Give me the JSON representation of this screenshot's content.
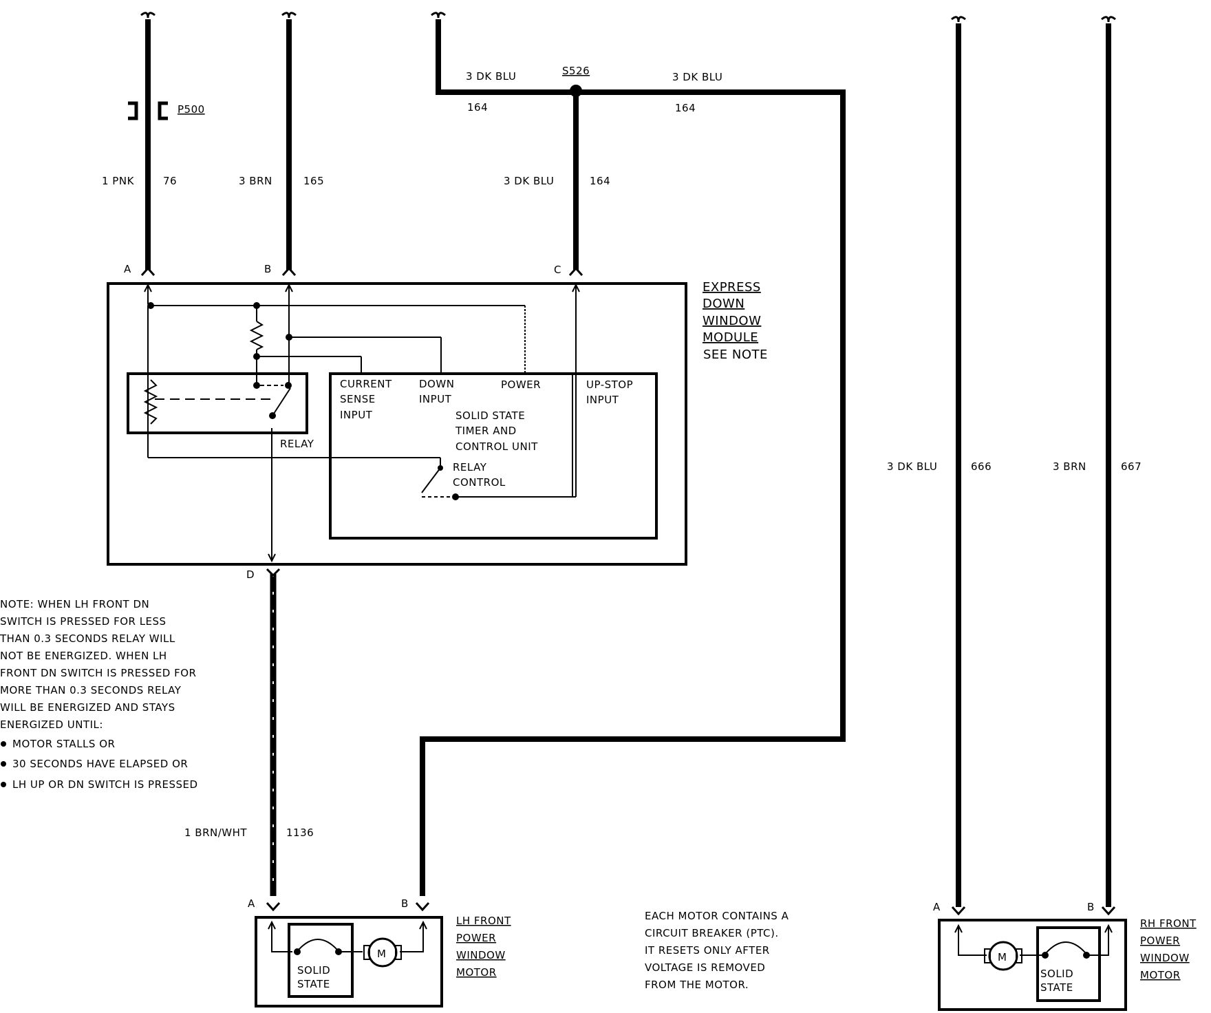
{
  "wires": {
    "w76": {
      "gauge_color": "1 PNK",
      "number": "76"
    },
    "w165": {
      "gauge_color": "3 BRN",
      "number": "165"
    },
    "w164_vert": {
      "gauge_color": "3 DK BLU",
      "number": "164"
    },
    "w164_left": {
      "gauge_color": "3 DK BLU",
      "number": "164"
    },
    "w164_right": {
      "gauge_color": "3 DK BLU",
      "number": "164"
    },
    "w1136": {
      "gauge_color": "1 BRN/WHT",
      "number": "1136"
    },
    "w666": {
      "gauge_color": "3 DK BLU",
      "number": "666"
    },
    "w667": {
      "gauge_color": "3 BRN",
      "number": "667"
    }
  },
  "connector": {
    "label": "P500"
  },
  "splice": {
    "label": "S526"
  },
  "module": {
    "pins": {
      "a": "A",
      "b": "B",
      "c": "C",
      "d": "D"
    },
    "name_lines": [
      "EXPRESS",
      "DOWN",
      "WINDOW",
      "MODULE"
    ],
    "see_note": "SEE NOTE",
    "relay_label": "RELAY",
    "inputs": {
      "current_sense": [
        "CURRENT",
        "SENSE",
        "INPUT"
      ],
      "down": [
        "DOWN",
        "INPUT"
      ],
      "power": "POWER",
      "upstop": [
        "UP-STOP",
        "INPUT"
      ]
    },
    "timer_unit": [
      "SOLID STATE",
      "TIMER AND",
      "CONTROL UNIT"
    ],
    "relay_control": [
      "RELAY",
      "CONTROL"
    ]
  },
  "note": {
    "lines": [
      "NOTE: WHEN LH FRONT DN",
      "SWITCH IS PRESSED FOR LESS",
      "THAN 0.3 SECONDS RELAY WILL",
      "NOT BE  ENERGIZED. WHEN LH",
      "FRONT DN SWITCH IS PRESSED FOR",
      "MORE THAN 0.3 SECONDS RELAY",
      "WILL BE ENERGIZED AND STAYS",
      "ENERGIZED UNTIL:"
    ],
    "bullets": [
      "MOTOR STALLS OR",
      "30 SECONDS HAVE ELAPSED OR",
      "LH UP OR DN SWITCH IS PRESSED"
    ]
  },
  "lh_motor": {
    "pins": {
      "a": "A",
      "b": "B"
    },
    "name_lines": [
      "LH FRONT",
      "POWER",
      "WINDOW",
      "MOTOR"
    ],
    "solid_state": [
      "SOLID",
      "STATE"
    ],
    "motor_symbol": "M"
  },
  "rh_motor": {
    "pins": {
      "a": "A",
      "b": "B"
    },
    "name_lines": [
      "RH FRONT",
      "POWER",
      "WINDOW",
      "MOTOR"
    ],
    "solid_state": [
      "SOLID",
      "STATE"
    ],
    "motor_symbol": "M"
  },
  "breaker_note": [
    "EACH MOTOR CONTAINS A",
    "CIRCUIT BREAKER (PTC).",
    "IT RESETS ONLY AFTER",
    "VOLTAGE IS REMOVED",
    "FROM THE MOTOR."
  ]
}
